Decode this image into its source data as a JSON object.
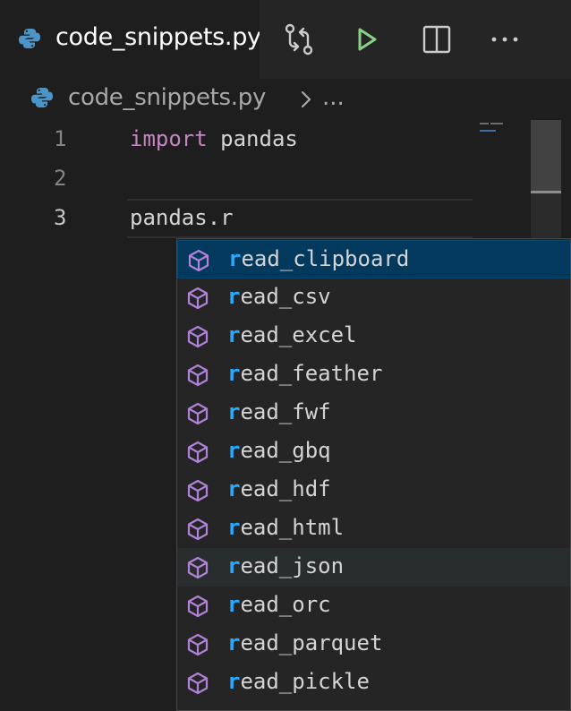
{
  "tab": {
    "title": "code_snippets.py"
  },
  "breadcrumb": {
    "file": "code_snippets.py",
    "more": "..."
  },
  "actions": [
    {
      "icon": "git-compare-icon"
    },
    {
      "icon": "run-python-icon"
    },
    {
      "icon": "split-editor-icon"
    },
    {
      "icon": "more-actions-icon"
    }
  ],
  "editor": {
    "lines": [
      {
        "number": "1",
        "keyword": "import",
        "text": " pandas"
      },
      {
        "number": "2",
        "keyword": "",
        "text": ""
      },
      {
        "number": "3",
        "keyword": "",
        "text": "pandas.r"
      }
    ]
  },
  "suggest": {
    "match": "r",
    "selected_index": 0,
    "hover_index": 8,
    "items": [
      {
        "match": "r",
        "rest": "ead_clipboard"
      },
      {
        "match": "r",
        "rest": "ead_csv"
      },
      {
        "match": "r",
        "rest": "ead_excel"
      },
      {
        "match": "r",
        "rest": "ead_feather"
      },
      {
        "match": "r",
        "rest": "ead_fwf"
      },
      {
        "match": "r",
        "rest": "ead_gbq"
      },
      {
        "match": "r",
        "rest": "ead_hdf"
      },
      {
        "match": "r",
        "rest": "ead_html"
      },
      {
        "match": "r",
        "rest": "ead_json"
      },
      {
        "match": "r",
        "rest": "ead_orc"
      },
      {
        "match": "r",
        "rest": "ead_parquet"
      },
      {
        "match": "r",
        "rest": "ead_pickle"
      }
    ]
  },
  "colors": {
    "keyword": "#c586c0",
    "match_highlight": "#2aaaff",
    "selected_row": "#04395e",
    "module_icon": "#b180d7",
    "run_icon": "#89d185"
  }
}
